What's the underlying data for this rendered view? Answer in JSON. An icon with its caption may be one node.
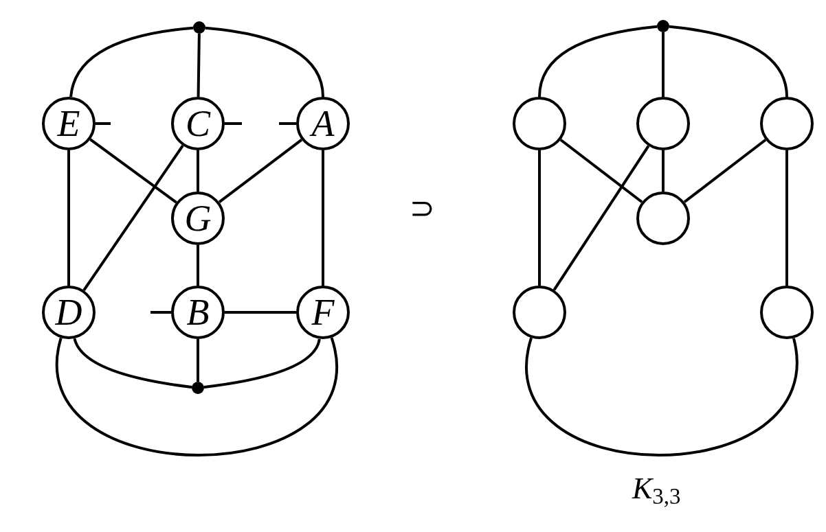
{
  "diagram": {
    "nodes": [
      {
        "text": [],
        "shape": "dot"
      },
      {
        "text": [
          "E"
        ]
      },
      {
        "text": [
          "C"
        ]
      },
      {
        "text": [
          "A"
        ]
      },
      {
        "text": [
          "G"
        ]
      },
      {
        "text": [
          "D"
        ]
      },
      {
        "text": [
          "B"
        ]
      },
      {
        "text": [
          "F"
        ]
      },
      {
        "text": [],
        "shape": "dot"
      },
      {
        "text": [],
        "shape": "dot"
      },
      {
        "text": [],
        "shape": "circle"
      },
      {
        "text": [],
        "shape": "circle"
      },
      {
        "text": [],
        "shape": "circle"
      },
      {
        "text": [],
        "shape": "circle"
      },
      {
        "text": [],
        "shape": "circle"
      },
      {
        "text": [],
        "shape": "circle"
      }
    ],
    "edges": [
      {
        "from": 0,
        "to": 1,
        "arrow": "none"
      },
      {
        "from": 0,
        "to": 2,
        "arrow": "none"
      },
      {
        "from": 0,
        "to": 3,
        "arrow": "none"
      },
      {
        "from": 1,
        "to": null,
        "arrow": "none"
      },
      {
        "from": 2,
        "to": null,
        "arrow": "none"
      },
      {
        "from": 3,
        "to": null,
        "arrow": "none"
      },
      {
        "from": 1,
        "to": 4,
        "arrow": "none"
      },
      {
        "from": 2,
        "to": 4,
        "arrow": "none"
      },
      {
        "from": 3,
        "to": 4,
        "arrow": "none"
      },
      {
        "from": 2,
        "to": 5,
        "arrow": "none"
      },
      {
        "from": 1,
        "to": 5,
        "arrow": "none"
      },
      {
        "from": 3,
        "to": 7,
        "arrow": "none"
      },
      {
        "from": 4,
        "to": 6,
        "arrow": "none"
      },
      {
        "from": 6,
        "to": null,
        "arrow": "none"
      },
      {
        "from": 6,
        "to": 7,
        "arrow": "none"
      },
      {
        "from": 5,
        "to": 8,
        "arrow": "none"
      },
      {
        "from": 6,
        "to": 8,
        "arrow": "none"
      },
      {
        "from": 7,
        "to": 8,
        "arrow": "none"
      },
      {
        "from": 5,
        "to": 7,
        "arrow": "none"
      },
      {
        "from": 9,
        "to": 10,
        "arrow": "none"
      },
      {
        "from": 9,
        "to": 11,
        "arrow": "none"
      },
      {
        "from": 9,
        "to": 12,
        "arrow": "none"
      },
      {
        "from": 10,
        "to": 13,
        "arrow": "none"
      },
      {
        "from": 11,
        "to": 13,
        "arrow": "none"
      },
      {
        "from": 12,
        "to": 13,
        "arrow": "none"
      },
      {
        "from": 11,
        "to": 14,
        "arrow": "none"
      },
      {
        "from": 10,
        "to": 14,
        "arrow": "none"
      },
      {
        "from": 12,
        "to": 15,
        "arrow": "none"
      },
      {
        "from": 14,
        "to": 15,
        "arrow": "none"
      }
    ],
    "labels": [
      "⊃",
      "*K*$_{3,3}$"
    ]
  }
}
